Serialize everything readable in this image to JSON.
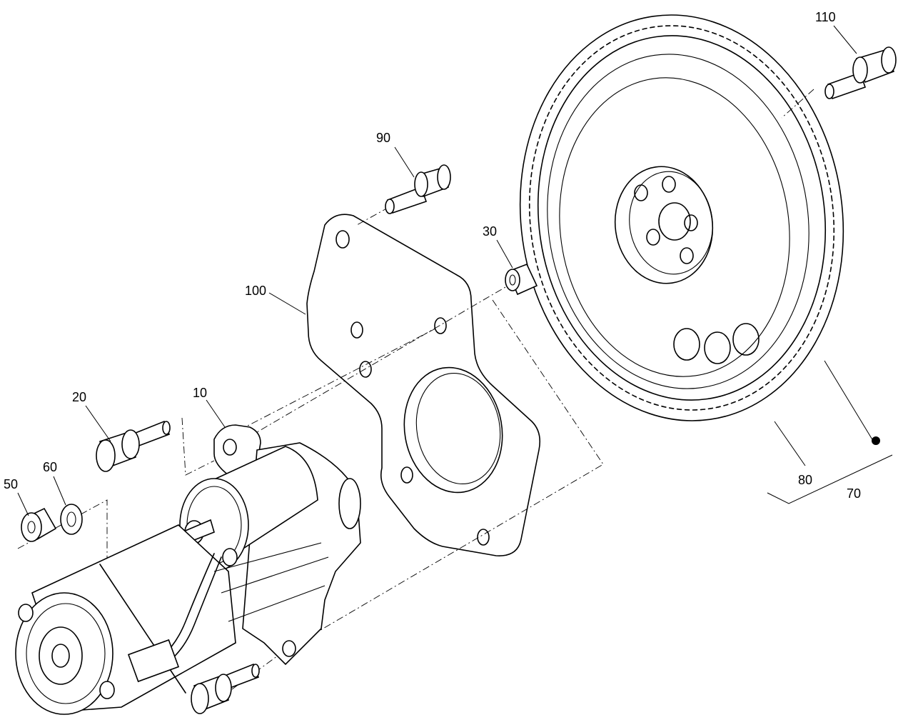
{
  "callouts": {
    "c10": "10",
    "c20": "20",
    "c30": "30",
    "c50": "50",
    "c60": "60",
    "c70": "70",
    "c80": "80",
    "c90": "90",
    "c100": "100",
    "c110": "110"
  }
}
